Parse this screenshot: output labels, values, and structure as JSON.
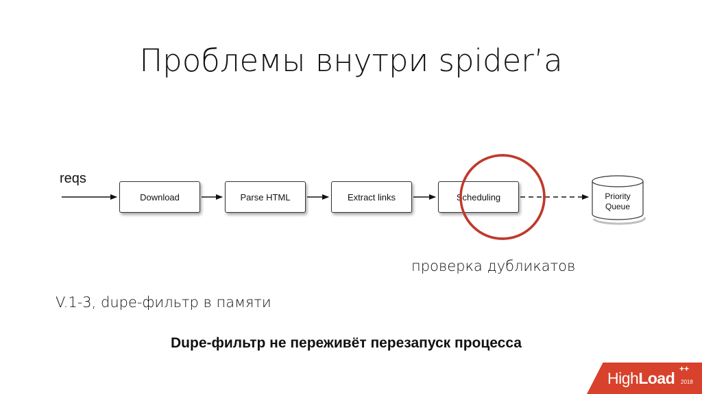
{
  "slide": {
    "title": "Проблемы внутри spider’a",
    "input_label": "reqs",
    "stages": [
      {
        "label": "Download"
      },
      {
        "label": "Parse HTML"
      },
      {
        "label": "Extract links"
      },
      {
        "label": "Scheduling"
      }
    ],
    "queue": {
      "line1": "Priority",
      "line2": "Queue"
    },
    "highlight_note": "проверка дубликатов",
    "version_note": "V.1-3, dupe-фильтр в памяти",
    "conclusion": "Dupe-фильтр не переживёт перезапуск процесса"
  },
  "logo": {
    "part1": "High",
    "part2": "Load",
    "plus": "++",
    "year": "2018"
  },
  "colors": {
    "highlight_circle": "#c0392b",
    "logo_background": "#d8412b"
  }
}
